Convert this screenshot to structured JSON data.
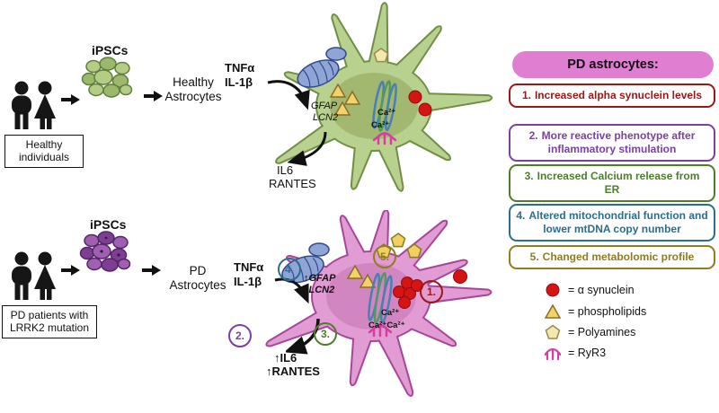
{
  "healthy": {
    "ipscs": "iPSCs",
    "cell_type": "Healthy Astrocytes",
    "individuals": "Healthy individuals",
    "stim1": "TNFα",
    "stim2": "IL-1β",
    "gene1": "GFAP",
    "gene2": "LCN2",
    "ca1": "Ca²⁺",
    "ca2": "Ca²⁺",
    "out1": "IL6",
    "out2": "RANTES"
  },
  "pd": {
    "ipscs": "iPSCs",
    "cell_type": "PD Astrocytes",
    "individuals": "PD patients with LRRK2 mutation",
    "stim1": "TNFα",
    "stim2": "IL-1β",
    "gene1": "↑GFAP",
    "gene2": "↑LCN2",
    "ca1": "Ca²⁺",
    "ca2": "Ca²⁺Ca²⁺",
    "out1": "↑IL6",
    "out2": "↑RANTES",
    "markers": [
      {
        "label": "1.",
        "color": "#9d1717"
      },
      {
        "label": "2.",
        "color": "#7c3fa3"
      },
      {
        "label": "3.",
        "color": "#4e7d2c"
      },
      {
        "label": "4.",
        "color": "#2a6e8e"
      },
      {
        "label": "5.",
        "color": "#8f7d1e"
      }
    ]
  },
  "panel": {
    "title": "PD astrocytes:",
    "title_bg": "#e07fd2",
    "items": [
      {
        "num": "1.",
        "text": "Increased alpha synuclein levels",
        "color": "#9d1717"
      },
      {
        "num": "2.",
        "text": "More reactive phenotype after inflammatory stimulation",
        "color": "#7c3fa3"
      },
      {
        "num": "3.",
        "text": "Increased Calcium release from ER",
        "color": "#4e7d2c"
      },
      {
        "num": "4.",
        "text": "Altered mitochondrial function and lower mtDNA copy number",
        "color": "#2a6e8e"
      },
      {
        "num": "5.",
        "text": "Changed metabolomic profile",
        "color": "#8f7d1e"
      }
    ]
  },
  "legend": [
    {
      "text": "= α synuclein"
    },
    {
      "text": "= phospholipids"
    },
    {
      "text": "= Polyamines"
    },
    {
      "text": "= RyR3"
    }
  ],
  "colors": {
    "healthy_cell": "#b9d18e",
    "healthy_cell_stroke": "#6f8f45",
    "pd_cell": "#e19cd3",
    "pd_cell_stroke": "#a8459a",
    "alpha_synuclein": "#d51414",
    "phospholipid": "#f2d26a",
    "polyamine": "#f5e7b0",
    "ryr3": "#d63fa0"
  }
}
